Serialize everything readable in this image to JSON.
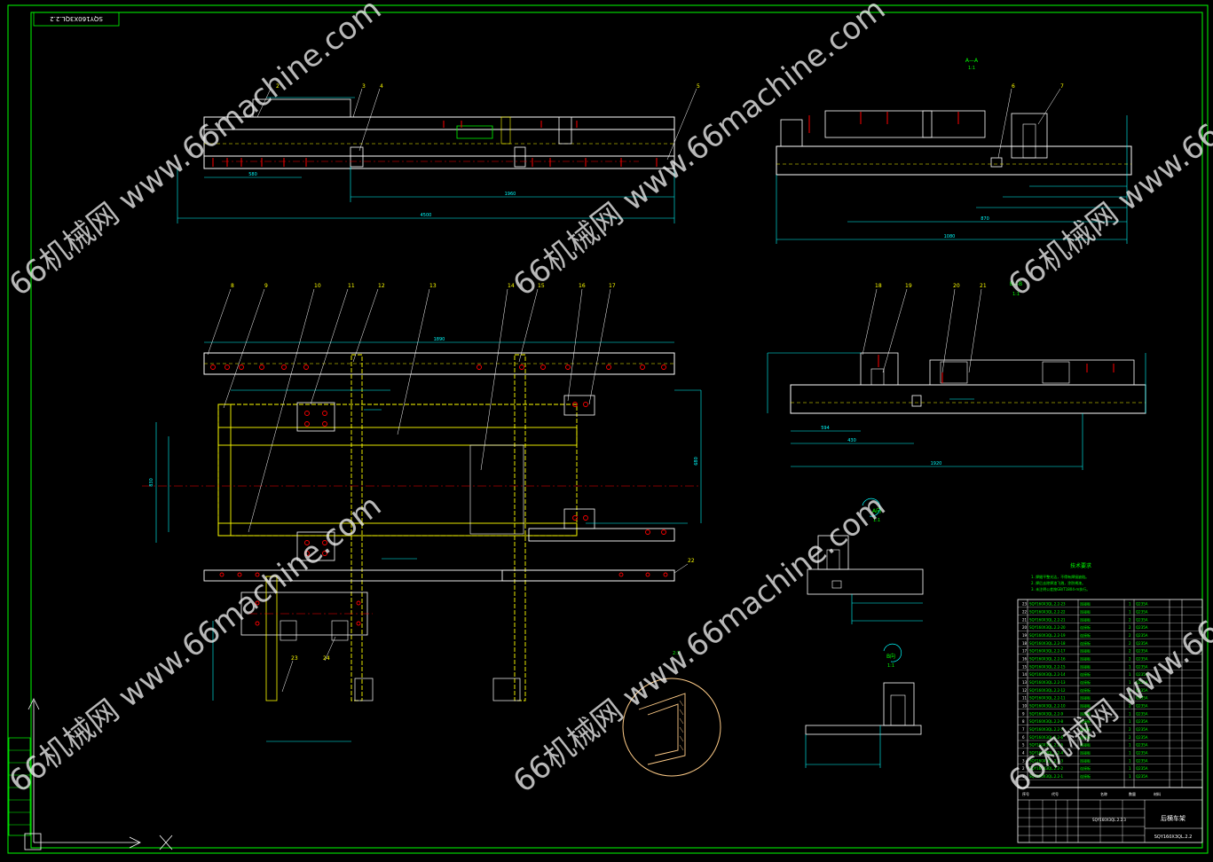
{
  "drawing": {
    "stamp_code": "SQY160X3QL.2.2",
    "title_code": "SQY160X3QL.2.2",
    "title_name": "后横车架",
    "subtitle_code": "SQY160X3QL.2.2.3",
    "section_aa": "A—A",
    "section_aa_scale": "1:1",
    "section_bb": "B—B",
    "section_bb_scale": "1:1",
    "detail_a": "A向",
    "detail_b": "B向",
    "detail_scale_a": "1:1",
    "detail_scale_b": "1:1",
    "detail_scale": "2:1"
  },
  "tech_notes": {
    "heading": "技术要求",
    "lines": [
      "1. 焊缝平整光洁，不得有焊接缺陷。",
      "2. 焊后去除焊渣飞溅，涂防锈漆。",
      "3. 未注明公差按GB/T1804-m执行。"
    ]
  },
  "balloons": {
    "top_view": [
      "2",
      "3",
      "4",
      "5"
    ],
    "right_top": [
      "6",
      "7"
    ],
    "plan_view": [
      "8",
      "9",
      "10",
      "11",
      "12",
      "13",
      "14",
      "15",
      "16",
      "17"
    ],
    "right_mid": [
      "18",
      "19",
      "20",
      "21"
    ],
    "misc": [
      "22",
      "23",
      "24"
    ]
  },
  "dims": {
    "top_overall": "4500",
    "top_mid": "1960",
    "top_left": "580",
    "right_top_overall": "1080",
    "right_top_mid": "870",
    "plan_overall": "1890",
    "plan_height_a": "830",
    "plan_height_b": "680",
    "right_mid_overall": "1920",
    "right_mid_a": "594",
    "right_mid_b": "430"
  },
  "bom_rows": [
    [
      "23",
      "SQY160X3QL.2.2-23",
      "连接板",
      "1",
      "Q235A"
    ],
    [
      "22",
      "SQY160X3QL.2.2-22",
      "连接板",
      "1",
      "Q235A"
    ],
    [
      "21",
      "SQY160X3QL.2.2-21",
      "连接板",
      "2",
      "Q235A"
    ],
    [
      "20",
      "SQY160X3QL.2.2-20",
      "连接板",
      "2",
      "Q235A"
    ],
    [
      "19",
      "SQY160X3QL.2.2-19",
      "连接板",
      "2",
      "Q235A"
    ],
    [
      "18",
      "SQY160X3QL.2.2-18",
      "连接板",
      "2",
      "Q235A"
    ],
    [
      "17",
      "SQY160X3QL.2.2-17",
      "连接板",
      "2",
      "Q235A"
    ],
    [
      "16",
      "SQY160X3QL.2.2-16",
      "连接板",
      "2",
      "Q235A"
    ],
    [
      "15",
      "SQY160X3QL.2.2-15",
      "连接板",
      "1",
      "Q235A"
    ],
    [
      "14",
      "SQY160X3QL.2.2-14",
      "连接板",
      "1",
      "Q235A"
    ],
    [
      "13",
      "SQY160X3QL.2.2-13",
      "连接板",
      "1",
      "Q235A"
    ],
    [
      "12",
      "SQY160X3QL.2.2-12",
      "连接板",
      "1",
      "Q235A"
    ],
    [
      "11",
      "SQY160X3QL.2.2-11",
      "连接板",
      "2",
      "Q235A"
    ],
    [
      "10",
      "SQY160X3QL.2.2-10",
      "连接板",
      "2",
      "Q235A"
    ],
    [
      "9",
      "SQY160X3QL.2.2-9",
      "连接板",
      "1",
      "Q235A"
    ],
    [
      "8",
      "SQY160X3QL.2.2-8",
      "连接板",
      "1",
      "Q235A"
    ],
    [
      "7",
      "SQY160X3QL.2.2-7",
      "连接板",
      "2",
      "Q235A"
    ],
    [
      "6",
      "SQY160X3QL.2.2-6",
      "连接板",
      "2",
      "Q235A"
    ],
    [
      "5",
      "SQY160X3QL.2.2-5",
      "连接板",
      "1",
      "Q235A"
    ],
    [
      "4",
      "SQY160X3QL.2.2-4",
      "连接板",
      "1",
      "Q235A"
    ],
    [
      "3",
      "SQY160X3QL.2.2-3",
      "连接板",
      "1",
      "Q235A"
    ],
    [
      "2",
      "SQY160X3QL.2.2-2",
      "连接板",
      "1",
      "Q235A"
    ],
    [
      "1",
      "SQY160X3QL.2.2-1",
      "连接板",
      "1",
      "Q235A"
    ]
  ],
  "bom_header": [
    "序号",
    "代号",
    "名称",
    "数量",
    "材料"
  ],
  "watermark": {
    "text": "66机械网 www.66machine.com"
  },
  "colors": {
    "frame": "#00ff00",
    "outline": "#ffffff",
    "hidden": "#ffff00",
    "dimension": "#00ffff",
    "center": "#ff0000",
    "detail_circle": "#ffcc88"
  }
}
